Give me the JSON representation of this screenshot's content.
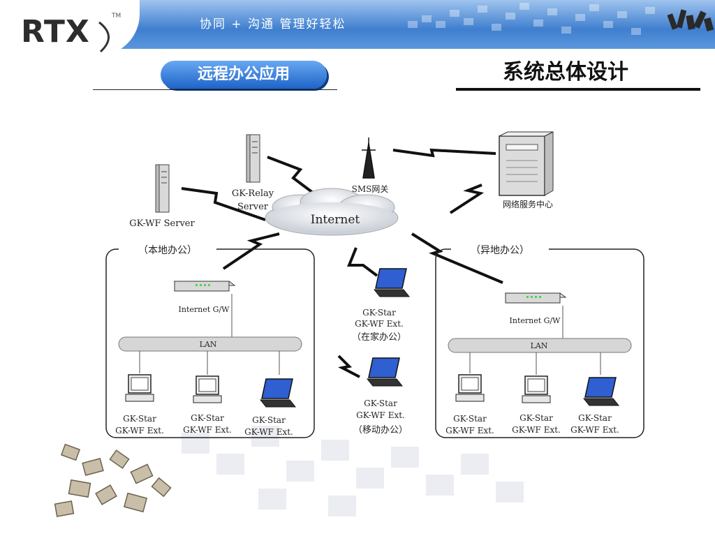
{
  "header": {
    "logo_text": "RTX",
    "trademark": "TM",
    "slogan": "协同 + 沟通  管理好轻松"
  },
  "section_label": "远程办公应用",
  "page_title": "系统总体设计",
  "diagram": {
    "gk_wf_server": "GK-WF Server",
    "gk_relay_server_line1": "GK-Relay",
    "gk_relay_server_line2": "Server",
    "sms_gateway": "SMS网关",
    "network_service_center": "网络服务中心",
    "internet": "Internet",
    "local_office": "（本地办公）",
    "remote_office": "（异地办公）",
    "internet_gw": "Internet G/W",
    "lan": "LAN",
    "client_line1": "GK-Star",
    "client_line2": "GK-WF Ext.",
    "home_office": "（在家办公）",
    "mobile_office": "（移动办公）"
  }
}
